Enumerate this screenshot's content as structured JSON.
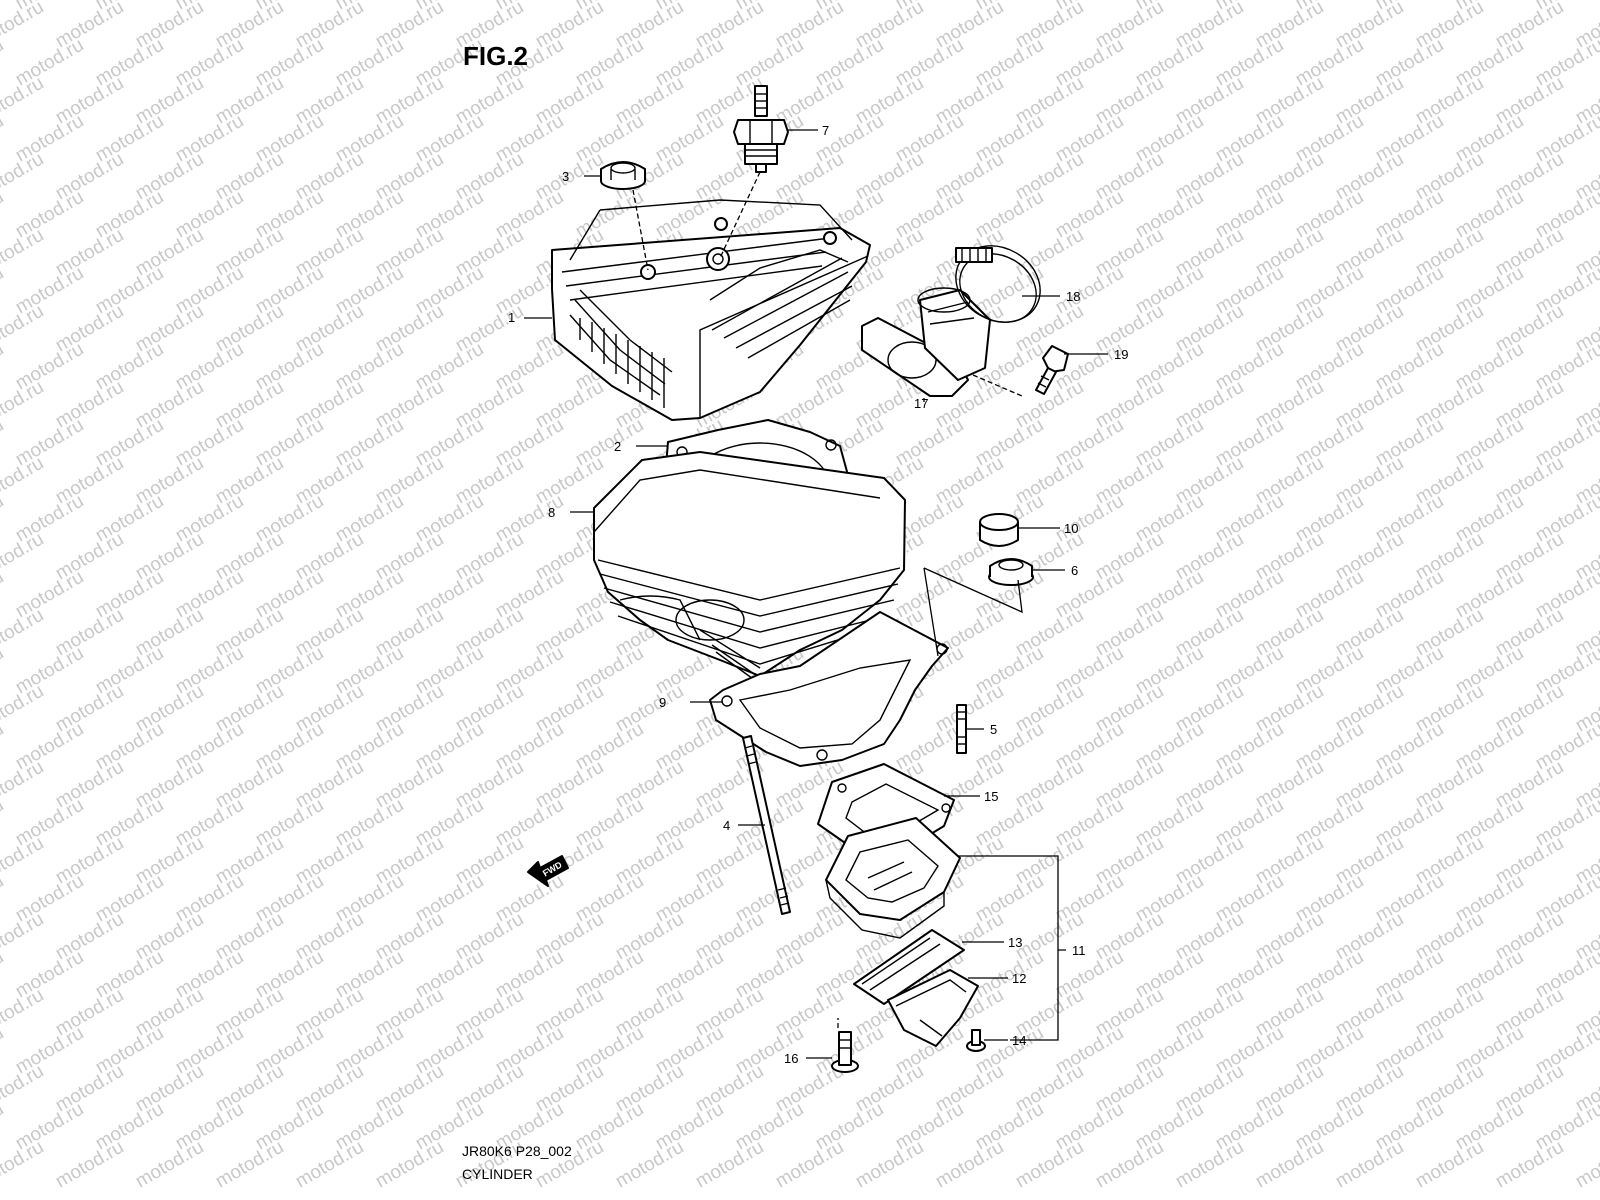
{
  "figure": {
    "title": "FIG.2",
    "reference_code": "JR80K6 P28_002",
    "caption": "CYLINDER"
  },
  "watermark": {
    "text": "motod.ru"
  },
  "fwd_marker": {
    "text": "FWD"
  },
  "callouts": [
    "1",
    "2",
    "3",
    "4",
    "5",
    "6",
    "7",
    "8",
    "9",
    "10",
    "11",
    "12",
    "13",
    "14",
    "15",
    "16",
    "17",
    "18",
    "19"
  ]
}
